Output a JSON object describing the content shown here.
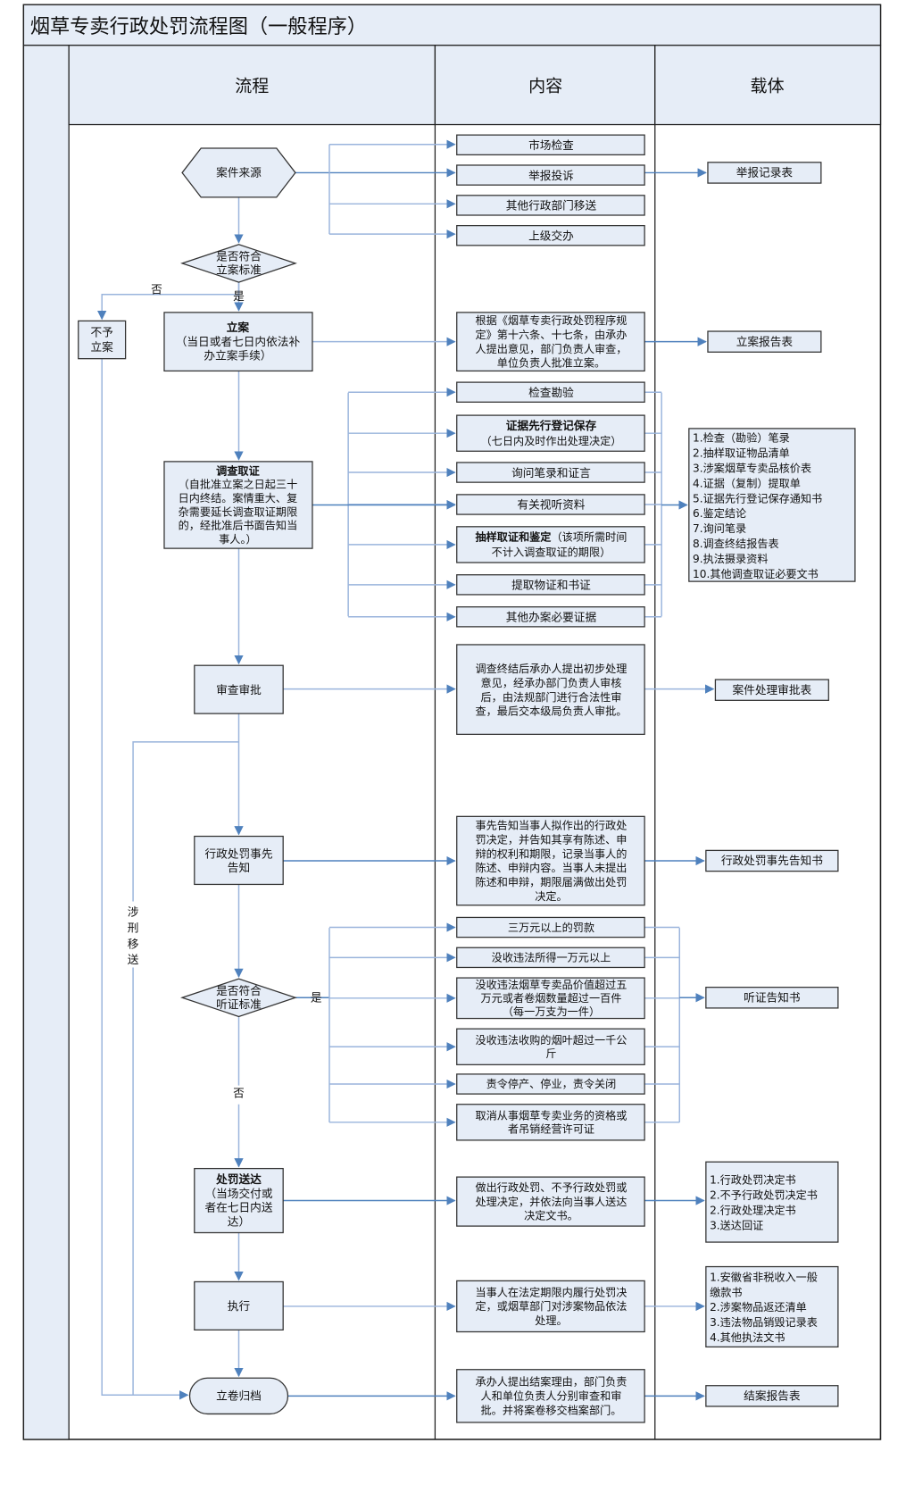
{
  "title": "烟草专卖行政处罚流程图（一般程序）",
  "columns": {
    "process": "流程",
    "content": "内容",
    "carrier": "载体"
  },
  "process": {
    "source": "案件来源",
    "decision_filing": [
      "是否符合",
      "立案标准"
    ],
    "no_label": "否",
    "yes_label": "是",
    "not_filed": [
      "不予",
      "立案"
    ],
    "filing": {
      "title": "立案",
      "lines": [
        "（当日或者七日内依法补",
        "办立案手续）"
      ]
    },
    "investigation": {
      "title": "调查取证",
      "lines": [
        "（自批准立案之日起三十",
        "日内终结。案情重大、复",
        "杂需要延长调查取证期限",
        "的，经批准后书面告知当",
        "事人。）"
      ]
    },
    "review": "审查审批",
    "criminal_transfer": [
      "涉",
      "刑",
      "移",
      "送"
    ],
    "notice": [
      "行政处罚事先",
      "告知"
    ],
    "decision_hearing": [
      "是否符合",
      "听证标准"
    ],
    "hearing_yes": "是",
    "hearing_no": "否",
    "delivery": {
      "title": "处罚送达",
      "lines": [
        "（当场交付或",
        "者在七日内送",
        "达）"
      ]
    },
    "execution": "执行",
    "archive": "立卷归档"
  },
  "content": {
    "sources": [
      "市场检查",
      "举报投诉",
      "其他行政部门移送",
      "上级交办"
    ],
    "filing_basis": [
      "根据《烟草专卖行政处罚程序规",
      "定》第十六条、十七条，由承办",
      "人提出意见，部门负责人审查，",
      "单位负责人批准立案。"
    ],
    "evidence": [
      {
        "lines": [
          "检查勘验"
        ]
      },
      {
        "bold": "证据先行登记保存",
        "lines": [
          "（七日内及时作出处理决定）"
        ]
      },
      {
        "lines": [
          "询问笔录和证言"
        ]
      },
      {
        "lines": [
          "有关视听资料"
        ]
      },
      {
        "bold": "抽样取证和鉴定",
        "tail": "（该项所需时间",
        "lines": [
          "不计入调查取证的期限）"
        ]
      },
      {
        "lines": [
          "提取物证和书证"
        ]
      },
      {
        "lines": [
          "其他办案必要证据"
        ]
      }
    ],
    "review_desc": [
      "调查终结后承办人提出初步处理",
      "意见，经承办部门负责人审核",
      "后，由法规部门进行合法性审",
      "查，最后交本级局负责人审批。"
    ],
    "notice_desc": [
      "事先告知当事人拟作出的行政处",
      "罚决定，并告知其享有陈述、申",
      "辩的权利和期限，记录当事人的",
      "陈述、申辩内容。当事人未提出",
      "陈述和申辩，期限届满做出处罚",
      "决定。"
    ],
    "hearing_items": [
      [
        "三万元以上的罚款"
      ],
      [
        "没收违法所得一万元以上"
      ],
      [
        "没收违法烟草专卖品价值超过五",
        "万元或者卷烟数量超过一百件",
        "（每一万支为一件）"
      ],
      [
        "没收违法收购的烟叶超过一千公",
        "斤"
      ],
      [
        "责令停产、停业，责令关闭"
      ],
      [
        "取消从事烟草专卖业务的资格或",
        "者吊销经营许可证"
      ]
    ],
    "delivery_desc": [
      "做出行政处罚、不予行政处罚或",
      "处理决定，并依法向当事人送达",
      "决定文书。"
    ],
    "execution_desc": [
      "当事人在法定期限内履行处罚决",
      "定，或烟草部门对涉案物品依法",
      "处理。"
    ],
    "archive_desc": [
      "承办人提出结案理由，部门负责",
      "人和单位负责人分别审查和审",
      "批。并将案卷移交档案部门。"
    ]
  },
  "carrier": {
    "report_record": "举报记录表",
    "filing_report": "立案报告表",
    "evidence_docs": [
      "1.检查（勘验）笔录",
      "2.抽样取证物品清单",
      "3.涉案烟草专卖品核价表",
      "4.证据（复制）提取单",
      "5.证据先行登记保存通知书",
      "6.鉴定结论",
      "7.询问笔录",
      "8.调查终结报告表",
      "9.执法摄录资料",
      "10.其他调查取证必要文书"
    ],
    "approval_form": "案件处理审批表",
    "notice_doc": "行政处罚事先告知书",
    "hearing_notice": "听证告知书",
    "delivery_docs": [
      "1.行政处罚决定书",
      "2.不予行政处罚决定书",
      "2.行政处理决定书",
      "3.送达回证"
    ],
    "execution_docs": [
      "1.安徽省非税收入一般",
      "缴款书",
      "2.涉案物品返还清单",
      "3.违法物品销毁记录表",
      "4.其他执法文书"
    ],
    "closing_report": "结案报告表"
  }
}
